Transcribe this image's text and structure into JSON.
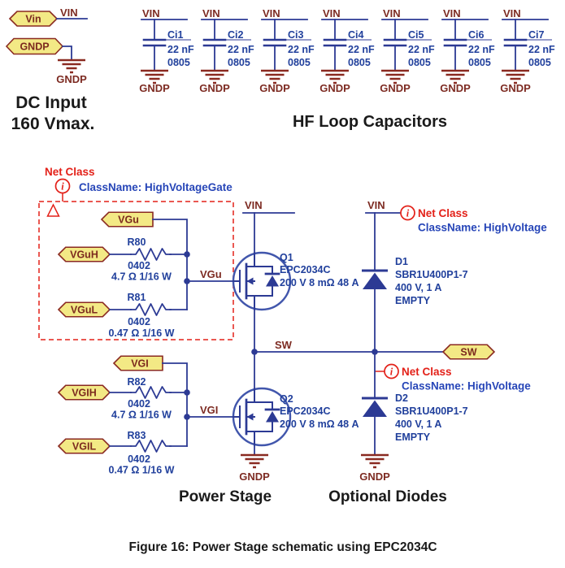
{
  "colors": {
    "wire_blue": "#2c3a94",
    "symbol_blue": "#4156ac",
    "component_text_blue": "#21409c",
    "dark_red": "#8a2a21",
    "net_label_red": "#7d2b22",
    "port_fill_yellow": "#f3e985",
    "net_class_red": "#e32119",
    "class_name_blue": "#2746b8"
  },
  "dc_input": {
    "port_vin": "Vin",
    "net_vin": "VIN",
    "port_gnd": "GNDP",
    "gnd_label": "GNDP",
    "title_line1": "DC Input",
    "title_line2": "160 Vmax."
  },
  "hf_loop": {
    "title": "HF Loop Capacitors",
    "caps": [
      {
        "top_net": "VIN",
        "ref": "Ci1",
        "value": "22 nF",
        "size": "0805",
        "bottom_net": "GNDP"
      },
      {
        "top_net": "VIN",
        "ref": "Ci2",
        "value": "22 nF",
        "size": "0805",
        "bottom_net": "GNDP"
      },
      {
        "top_net": "VIN",
        "ref": "Ci3",
        "value": "22 nF",
        "size": "0805",
        "bottom_net": "GNDP"
      },
      {
        "top_net": "VIN",
        "ref": "Ci4",
        "value": "22 nF",
        "size": "0805",
        "bottom_net": "GNDP"
      },
      {
        "top_net": "VIN",
        "ref": "Ci5",
        "value": "22 nF",
        "size": "0805",
        "bottom_net": "GNDP"
      },
      {
        "top_net": "VIN",
        "ref": "Ci6",
        "value": "22 nF",
        "size": "0805",
        "bottom_net": "GNDP"
      },
      {
        "top_net": "VIN",
        "ref": "Ci7",
        "value": "22 nF",
        "size": "0805",
        "bottom_net": "GNDP"
      }
    ]
  },
  "net_classes": {
    "gate": {
      "title": "Net Class",
      "icon": "i",
      "class_name": "ClassName: HighVoltageGate"
    },
    "hv_top": {
      "title": "Net Class",
      "icon": "i",
      "class_name": "ClassName: HighVoltage"
    },
    "hv_mid": {
      "title": "Net Class",
      "icon": "i",
      "class_name": "ClassName: HighVoltage"
    }
  },
  "gate_drive_upper": {
    "port": "VGu",
    "net": "VGu",
    "high": {
      "port": "VGuH",
      "ref": "R80",
      "size": "0402",
      "value": "4.7 Ω 1/16 W"
    },
    "low": {
      "port": "VGuL",
      "ref": "R81",
      "size": "0402",
      "value": "0.47 Ω 1/16 W"
    }
  },
  "gate_drive_lower": {
    "port": "VGI",
    "net": "VGI",
    "high": {
      "port": "VGIH",
      "ref": "R82",
      "size": "0402",
      "value": "4.7 Ω 1/16 W"
    },
    "low": {
      "port": "VGIL",
      "ref": "R83",
      "size": "0402",
      "value": "0.47 Ω 1/16 W"
    }
  },
  "power_stage": {
    "title": "Power Stage",
    "vin_net": "VIN",
    "sw_net": "SW",
    "sw_port": "SW",
    "gnd_label": "GNDP",
    "q1": {
      "ref": "Q1",
      "part": "EPC2034C",
      "rating": "200 V 8 mΩ 48 A"
    },
    "q2": {
      "ref": "Q2",
      "part": "EPC2034C",
      "rating": "200 V 8 mΩ 48 A"
    }
  },
  "optional_diodes": {
    "title": "Optional Diodes",
    "vin_net": "VIN",
    "gnd_label": "GNDP",
    "d1": {
      "ref": "D1",
      "part": "SBR1U400P1-7",
      "rating": "400 V, 1 A",
      "fitted": "EMPTY"
    },
    "d2": {
      "ref": "D2",
      "part": "SBR1U400P1-7",
      "rating": "400 V, 1 A",
      "fitted": "EMPTY"
    }
  },
  "caption": "Figure 16: Power Stage schematic using EPC2034C"
}
